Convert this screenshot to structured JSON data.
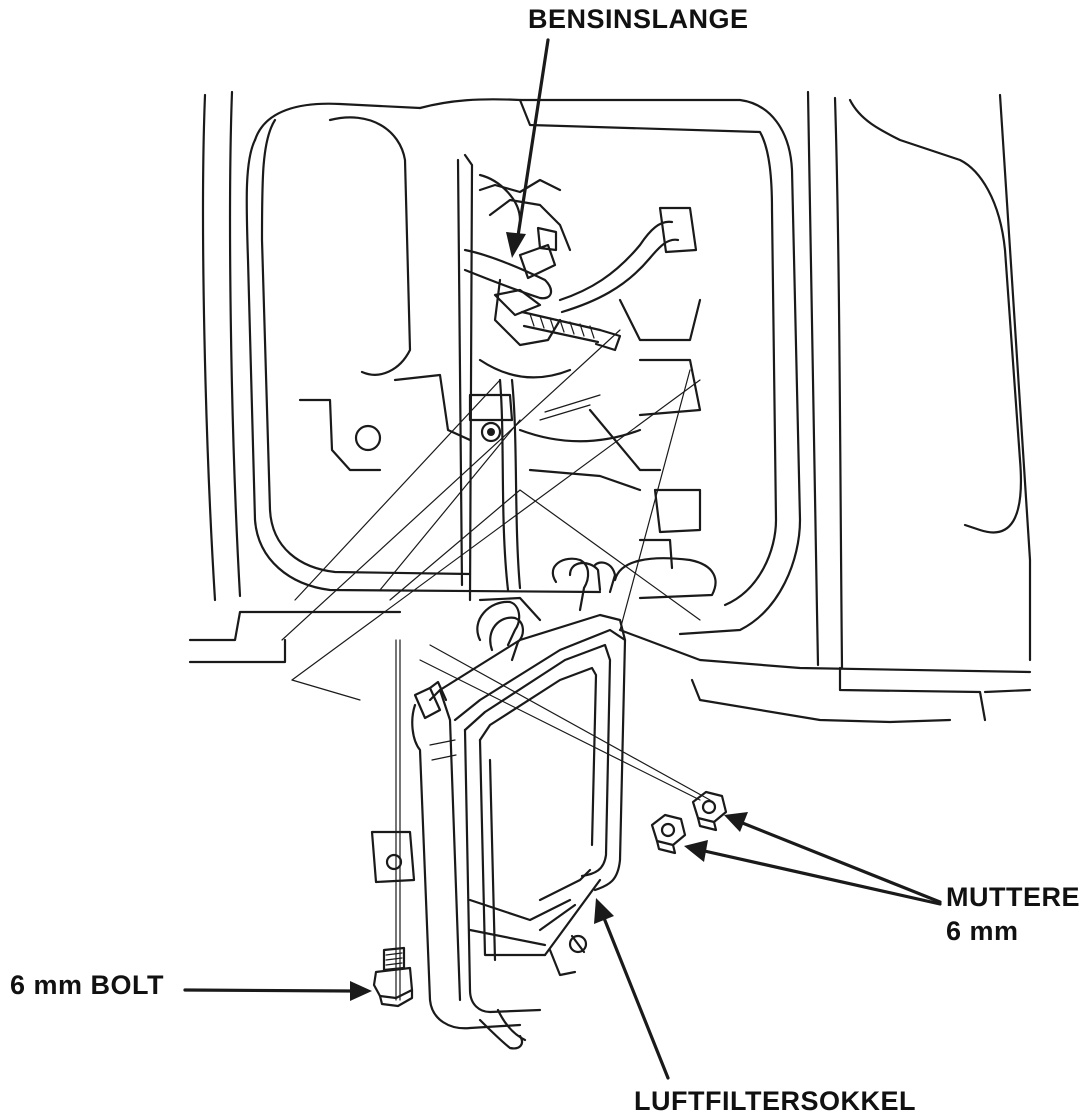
{
  "labels": {
    "fuel_hose": "BENSINSLANGE",
    "nuts": "MUTTERE",
    "nuts_size": "6 mm",
    "bolt": "6 mm BOLT",
    "air_filter_base": "LUFTFILTERSOKKEL"
  },
  "colors": {
    "line": "#1a1a1a",
    "background": "#ffffff"
  }
}
